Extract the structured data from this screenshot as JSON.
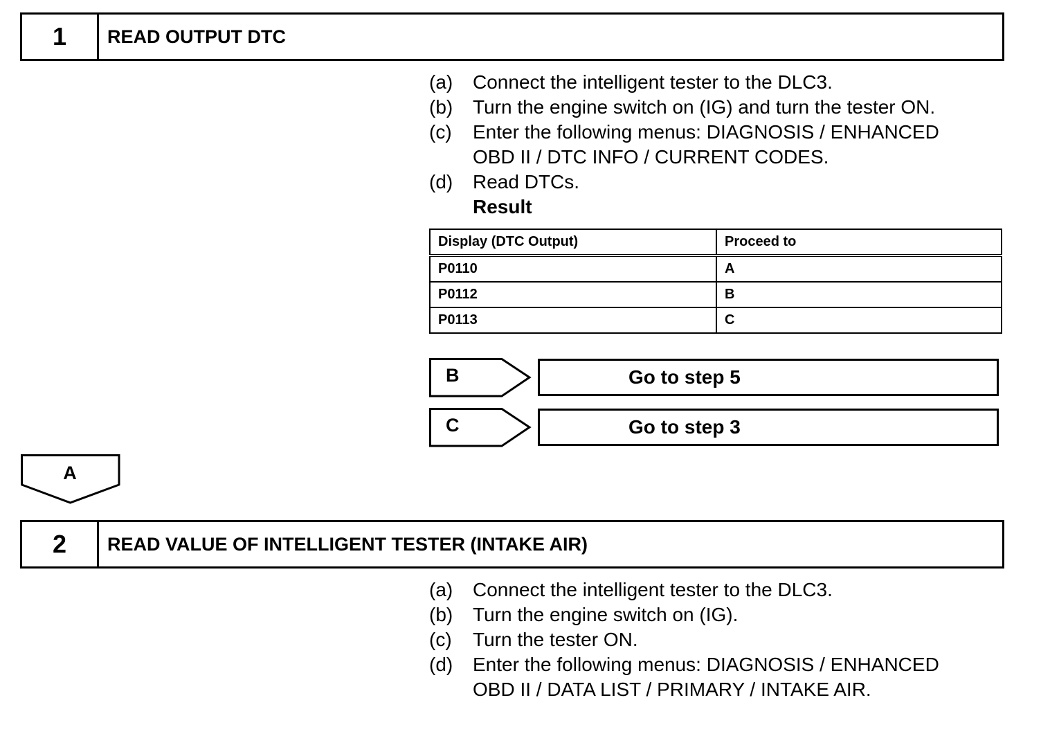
{
  "step1": {
    "number": "1",
    "title": "READ OUTPUT DTC",
    "items": [
      {
        "label": "(a)",
        "text": "Connect the intelligent tester to the DLC3."
      },
      {
        "label": "(b)",
        "text": "Turn the engine switch on (IG) and turn the tester ON."
      },
      {
        "label": "(c)",
        "text": "Enter the following menus: DIAGNOSIS / ENHANCED OBD II / DTC INFO / CURRENT CODES."
      },
      {
        "label": "(d)",
        "text": "Read DTCs."
      }
    ],
    "result_heading": "Result",
    "table": {
      "headers": [
        "Display (DTC Output)",
        "Proceed to"
      ],
      "rows": [
        [
          "P0110",
          "A"
        ],
        [
          "P0112",
          "B"
        ],
        [
          "P0113",
          "C"
        ]
      ]
    },
    "branches": [
      {
        "letter": "B",
        "action": "Go to step 5"
      },
      {
        "letter": "C",
        "action": "Go to step 3"
      }
    ],
    "continue_letter": "A"
  },
  "step2": {
    "number": "2",
    "title": "READ VALUE OF INTELLIGENT TESTER (INTAKE AIR)",
    "items": [
      {
        "label": "(a)",
        "text": "Connect the intelligent tester to the DLC3."
      },
      {
        "label": "(b)",
        "text": "Turn the engine switch on (IG)."
      },
      {
        "label": "(c)",
        "text": "Turn the tester ON."
      },
      {
        "label": "(d)",
        "text": "Enter the following menus: DIAGNOSIS / ENHANCED OBD II / DATA LIST / PRIMARY / INTAKE AIR."
      }
    ]
  }
}
